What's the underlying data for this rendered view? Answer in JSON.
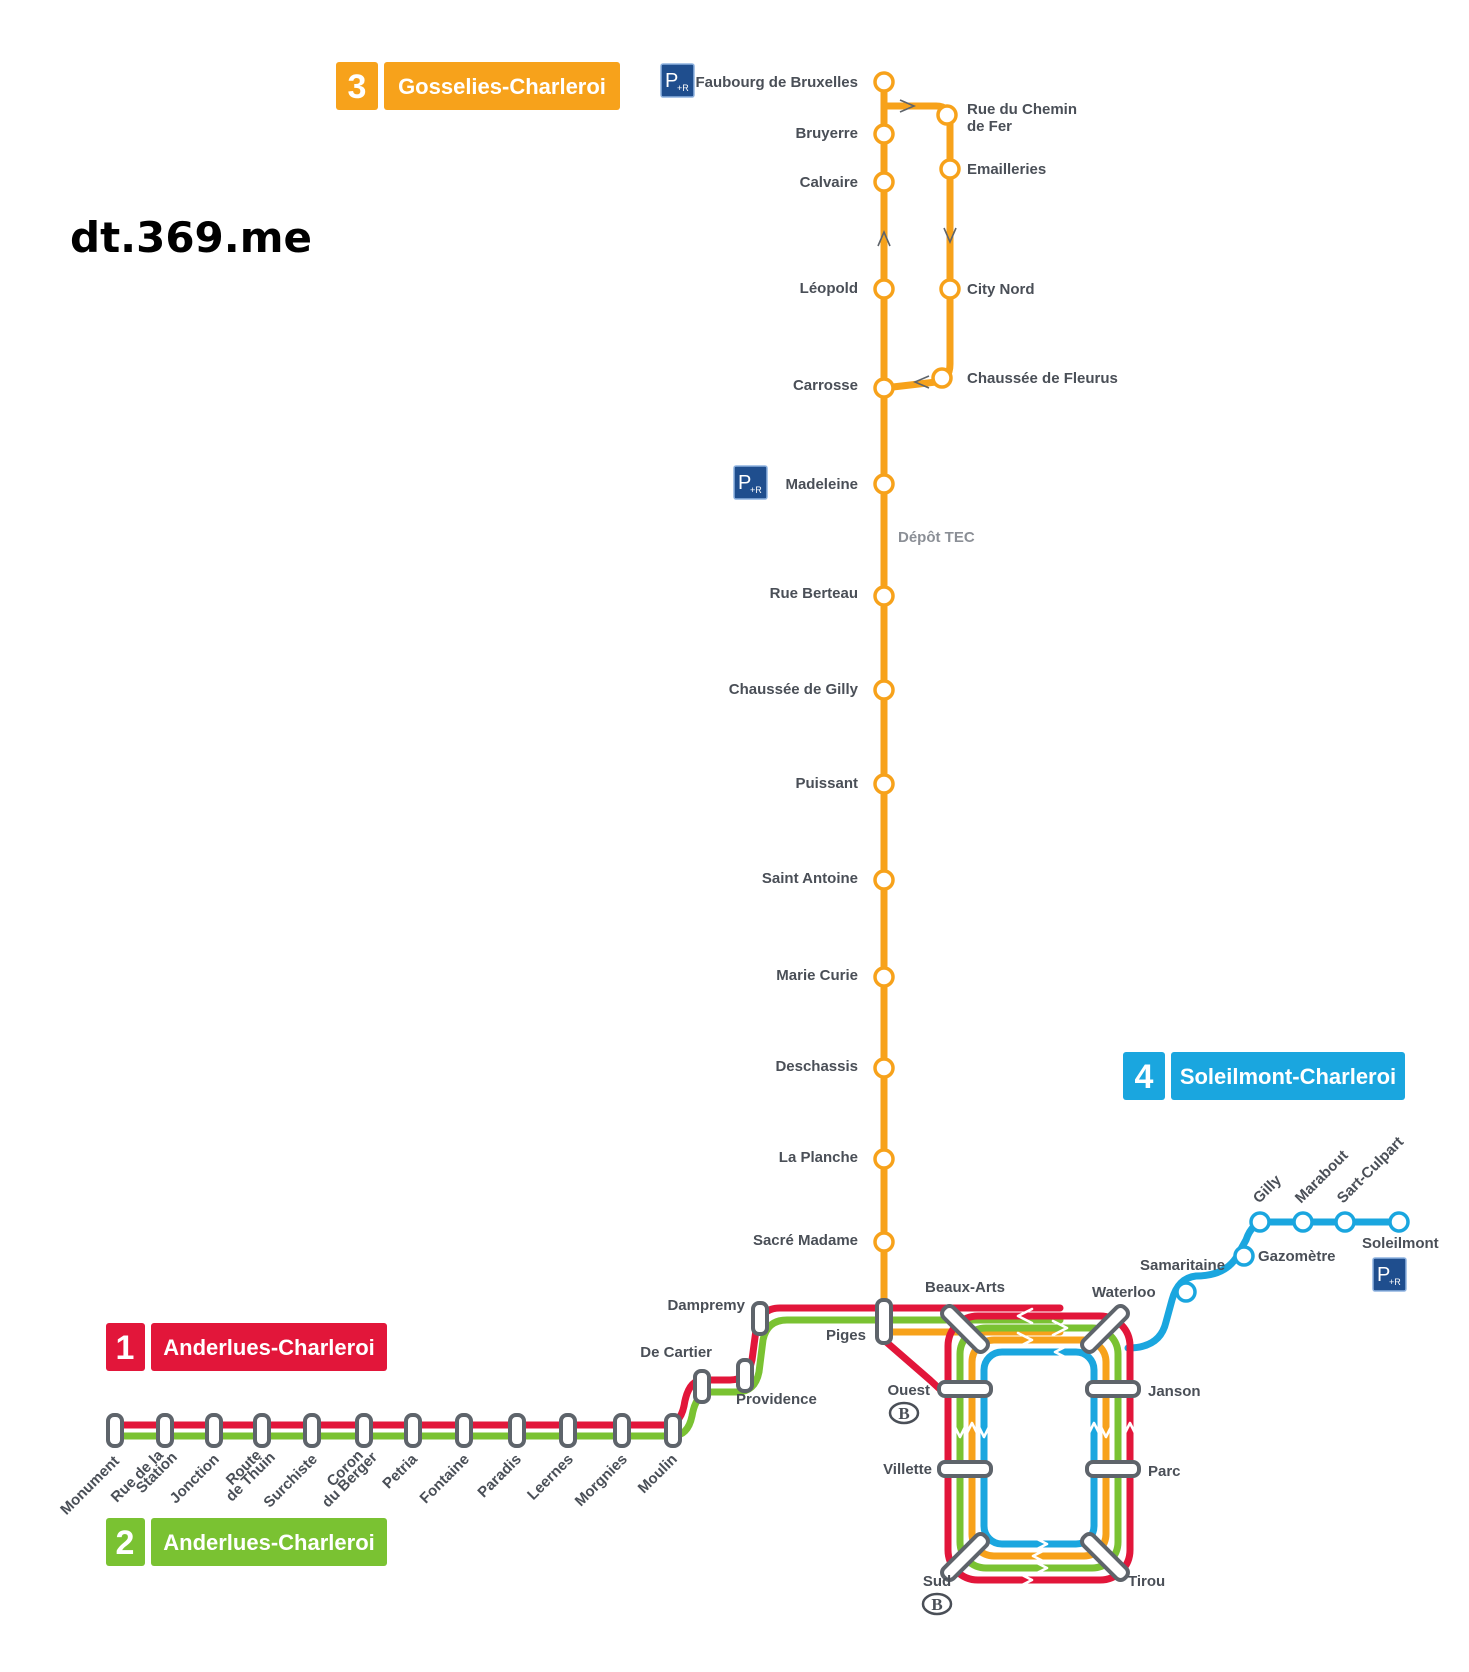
{
  "watermark": "dt.369.me",
  "colors": {
    "line1": "#e2163a",
    "line2": "#7ac232",
    "line3": "#f7a21b",
    "line4": "#1aa6df",
    "stop_outline": "#5e646b",
    "label": "#4a4f57",
    "pr_bg": "#1f4e8e"
  },
  "lines": [
    {
      "number": "1",
      "name": "Anderlues-Charleroi"
    },
    {
      "number": "2",
      "name": "Anderlues-Charleroi"
    },
    {
      "number": "3",
      "name": "Gosselies-Charleroi"
    },
    {
      "number": "4",
      "name": "Soleilmont-Charleroi"
    }
  ],
  "stations_line3": [
    "Faubourg de Bruxelles",
    "Bruyerre",
    "Calvaire",
    "Léopold",
    "Carrosse",
    "Madeleine",
    "Rue Berteau",
    "Chaussée de Gilly",
    "Puissant",
    "Saint Antoine",
    "Marie Curie",
    "Deschassis",
    "La Planche",
    "Sacré Madame"
  ],
  "stations_loop3": {
    "rue_du_chemin_line1": "Rue du Chemin",
    "rue_du_chemin_line2": "de Fer",
    "emailleries": "Emailleries",
    "city_nord": "City Nord",
    "chaussee_de_fleurus": "Chaussée de Fleurus"
  },
  "depot": "Dépôt TEC",
  "stations_west": [
    {
      "l1": "Monument",
      "l2": ""
    },
    {
      "l1": "Rue de la",
      "l2": "Station"
    },
    {
      "l1": "Jonction",
      "l2": ""
    },
    {
      "l1": "Route",
      "l2": "de Thuin"
    },
    {
      "l1": "Surchiste",
      "l2": ""
    },
    {
      "l1": "Coron",
      "l2": "du Berger"
    },
    {
      "l1": "Petria",
      "l2": ""
    },
    {
      "l1": "Fontaine",
      "l2": ""
    },
    {
      "l1": "Paradis",
      "l2": ""
    },
    {
      "l1": "Leernes",
      "l2": ""
    },
    {
      "l1": "Morgnies",
      "l2": ""
    },
    {
      "l1": "Moulin",
      "l2": ""
    }
  ],
  "stations_mid": {
    "de_cartier": "De Cartier",
    "providence": "Providence",
    "dampremy": "Dampremy",
    "piges": "Piges"
  },
  "stations_loop": {
    "beaux_arts": "Beaux-Arts",
    "waterloo": "Waterloo",
    "ouest": "Ouest",
    "villette": "Villette",
    "sud": "Sud",
    "tirou": "Tirou",
    "parc": "Parc",
    "janson": "Janson"
  },
  "stations_line4": {
    "samaritaine": "Samaritaine",
    "gazometre": "Gazomètre",
    "gilly": "Gilly",
    "marabout": "Marabout",
    "sart_culpart": "Sart-Culpart",
    "soleilmont": "Soleilmont"
  },
  "park_ride": {
    "p": "P",
    "r": "+R"
  },
  "rail_symbol": "B"
}
